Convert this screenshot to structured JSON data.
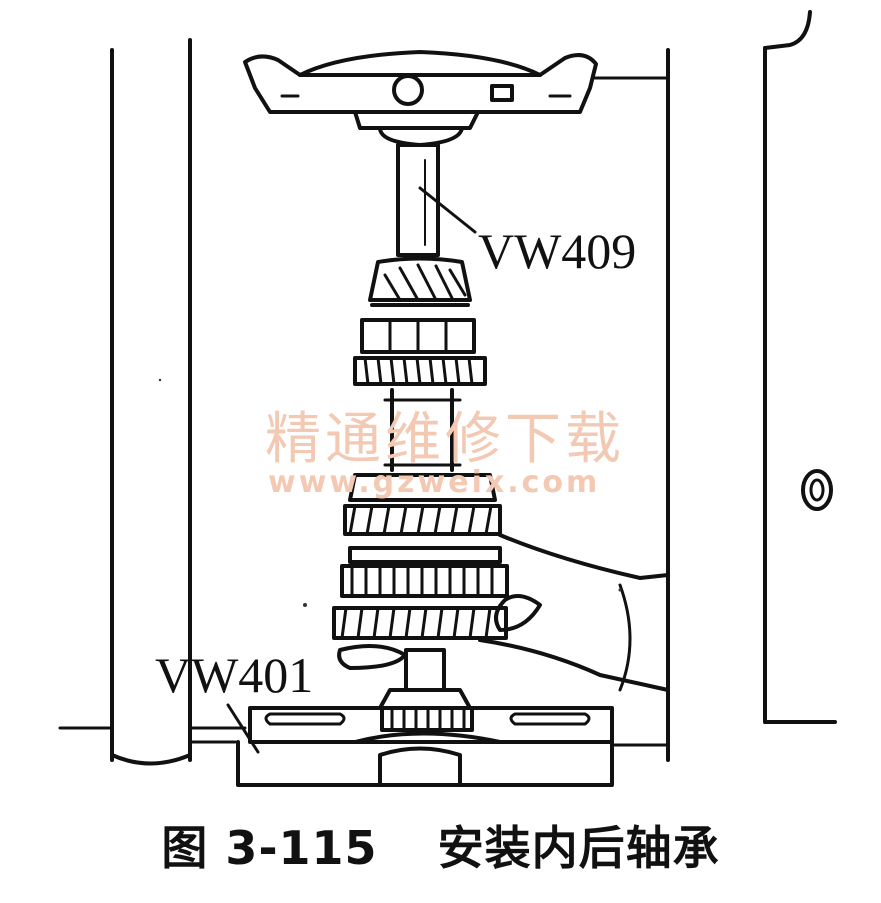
{
  "labels": {
    "upper_tool": "VW409",
    "lower_tool": "VW401"
  },
  "watermark": {
    "title": "精通维修下载",
    "url": "www.gzweix.com"
  },
  "caption": {
    "figure_number": "图 3-115",
    "text": "安装内后轴承"
  },
  "colors": {
    "ink": "#111111",
    "watermark": "#f3c9b4",
    "background": "#ffffff"
  }
}
